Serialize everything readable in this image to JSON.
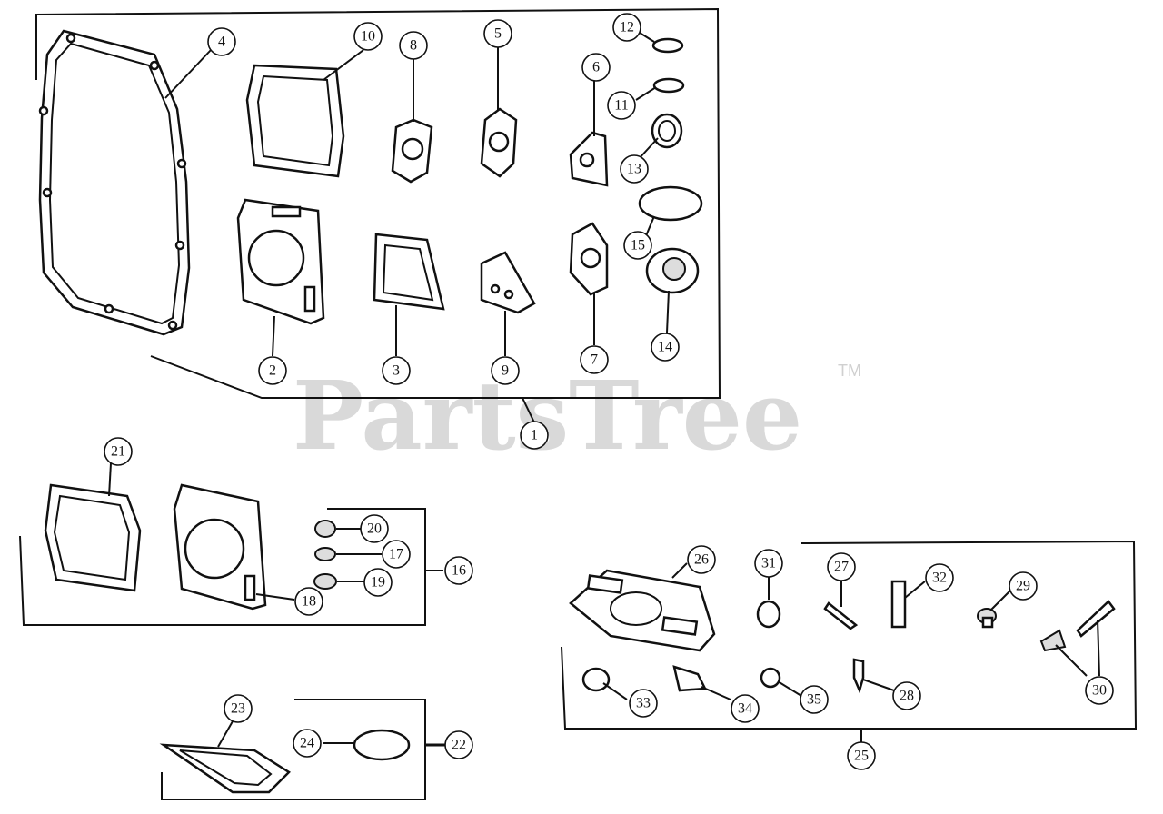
{
  "watermark": {
    "text": "PartsTree",
    "tm": "TM"
  },
  "callouts": {
    "c1": "1",
    "c2": "2",
    "c3": "3",
    "c4": "4",
    "c5": "5",
    "c6": "6",
    "c7": "7",
    "c8": "8",
    "c9": "9",
    "c10": "10",
    "c11": "11",
    "c12": "12",
    "c13": "13",
    "c14": "14",
    "c15": "15",
    "c16": "16",
    "c17": "17",
    "c18": "18",
    "c19": "19",
    "c20": "20",
    "c21": "21",
    "c22": "22",
    "c23": "23",
    "c24": "24",
    "c25": "25",
    "c26": "26",
    "c27": "27",
    "c28": "28",
    "c29": "29",
    "c30": "30",
    "c31": "31",
    "c32": "32",
    "c33": "33",
    "c34": "34",
    "c35": "35"
  }
}
